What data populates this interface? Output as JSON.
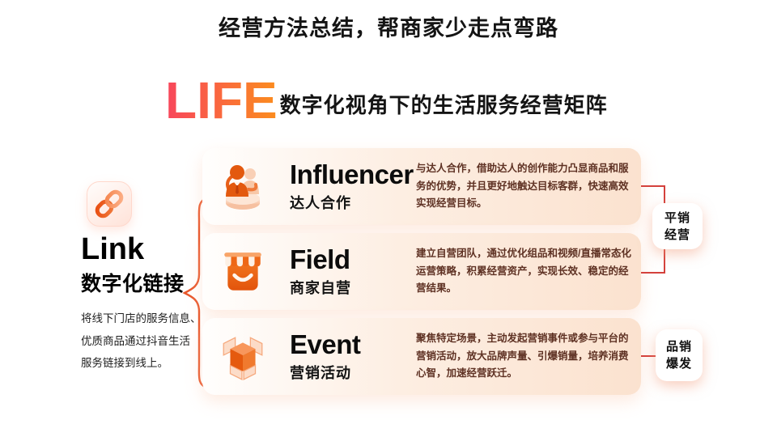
{
  "slide": {
    "title": "经营方法总结，帮商家少走点弯路",
    "life_acronym": "LIFE",
    "life_subtitle": "数字化视角下的生活服务经营矩阵"
  },
  "link_section": {
    "icon": "chain-link-icon",
    "title": "Link",
    "subtitle": "数字化链接",
    "description_lines": [
      "将线下门店的服务信息、",
      "优质商品通过抖音生活",
      "服务链接到线上。"
    ]
  },
  "matrix_rows": [
    {
      "icon": "influencer-people-icon",
      "title_en": "Influencer",
      "title_zh": "达人合作",
      "description": "与达人合作，借助达人的创作能力凸显商品和服务的优势，并且更好地触达目标客群，快速高效实现经营目标。"
    },
    {
      "icon": "storefront-icon",
      "title_en": "Field",
      "title_zh": "商家自营",
      "description": "建立自营团队，通过优化组品和视频/直播常态化运营策略，积累经营资产，实现长效、稳定的经营结果。"
    },
    {
      "icon": "cube-icon",
      "title_en": "Event",
      "title_zh": "营销活动",
      "description": "聚焦特定场景，主动发起营销事件或参与平台的营销活动，放大品牌声量、引爆销量，培养消费心智，加速经营跃迁。"
    }
  ],
  "outcome_labels": [
    {
      "lines": [
        "平销",
        "经营"
      ]
    },
    {
      "lines": [
        "品销",
        "爆发"
      ]
    }
  ],
  "colors": {
    "life_gradient_start": "#f8455c",
    "life_gradient_end": "#fb8d1e",
    "title_underline": "#e84e1d",
    "brace_orange": "#e8562a",
    "bracket_red": "#d4413c",
    "card_gradient_end": "#fbe2cf",
    "description_text": "#5e3123",
    "icon_orange": "#e65c12"
  }
}
